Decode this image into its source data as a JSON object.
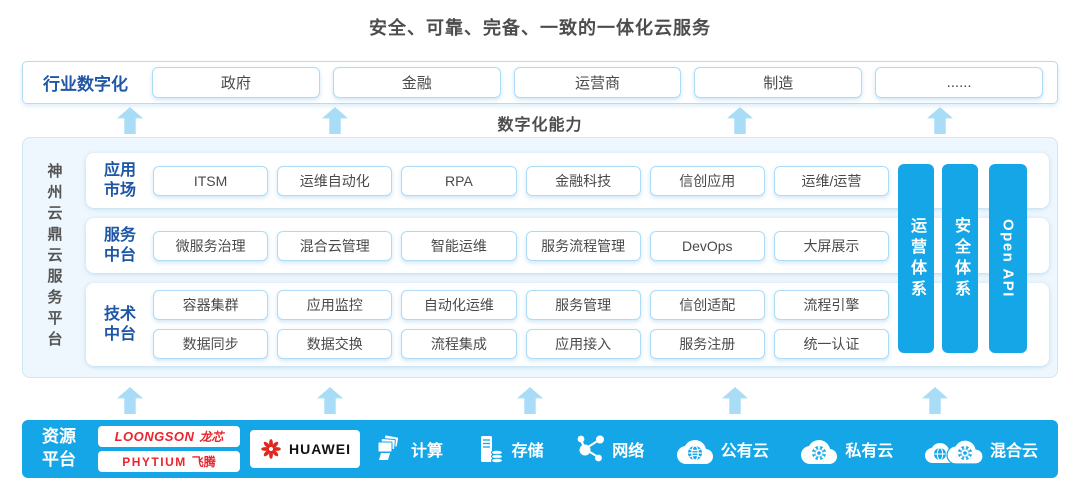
{
  "title": "安全、可靠、完备、一致的一体化云服务",
  "industry_row": {
    "label": "行业数字化",
    "items": [
      "政府",
      "金融",
      "运营商",
      "制造",
      "......"
    ]
  },
  "capability_band": {
    "label": "数字化能力"
  },
  "platform": {
    "side_label": "神州云鼎云服务平台",
    "sections": [
      {
        "label": "应用市场",
        "rows": [
          [
            "ITSM",
            "运维自动化",
            "RPA",
            "金融科技",
            "信创应用",
            "运维/运营"
          ]
        ]
      },
      {
        "label": "服务中台",
        "rows": [
          [
            "微服务治理",
            "混合云管理",
            "智能运维",
            "服务流程管理",
            "DevOps",
            "大屏展示"
          ]
        ]
      },
      {
        "label": "技术中台",
        "rows": [
          [
            "容器集群",
            "应用监控",
            "自动化运维",
            "服务管理",
            "信创适配",
            "流程引擎"
          ],
          [
            "数据同步",
            "数据交换",
            "流程集成",
            "应用接入",
            "服务注册",
            "统一认证"
          ]
        ]
      }
    ],
    "pillars": [
      "运营体系",
      "安全体系",
      "Open API"
    ]
  },
  "resource_platform": {
    "label": "资源平台",
    "vendors": [
      {
        "en": "LOONGSON",
        "cn": "龙芯"
      },
      {
        "en": "PHYTIUM",
        "cn": "飞腾"
      },
      {
        "en": "HUAWEI"
      }
    ],
    "items": [
      {
        "icon": "compute-icon",
        "label": "计算"
      },
      {
        "icon": "storage-icon",
        "label": "存储"
      },
      {
        "icon": "network-icon",
        "label": "网络"
      },
      {
        "icon": "public-cloud-icon",
        "label": "公有云"
      },
      {
        "icon": "private-cloud-icon",
        "label": "私有云"
      },
      {
        "icon": "hybrid-cloud-icon",
        "label": "混合云"
      }
    ]
  },
  "colors": {
    "accent_blue": "#14a6e6",
    "arrow_blue": "#a9dcf6",
    "border_blue": "#aedcf6",
    "deep_blue_text": "#1e56a6",
    "dark_text": "#4d4d4d",
    "logo_red": "#e8262d"
  }
}
